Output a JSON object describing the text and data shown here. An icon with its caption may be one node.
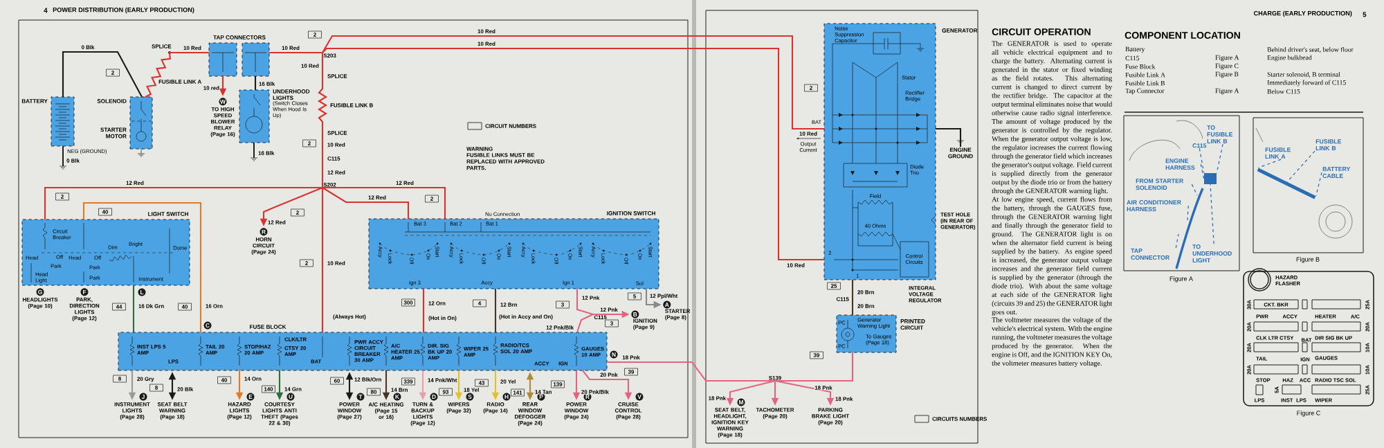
{
  "diagram": {
    "nodes": [
      {
        "text": [
          "BATTERY"
        ],
        "beside": [
          "NEG (GROUND)"
        ]
      },
      {
        "text": [
          "SOLENOID",
          "STARTER MOTOR"
        ]
      },
      {
        "text": [
          "TAP CONNECTORS"
        ]
      },
      {
        "text": [],
        "shape": "box"
      },
      {
        "text": [
          "UNDERHOOD LIGHTS",
          "(Switch Closes When Hood Is Up)"
        ]
      },
      {
        "text": [
          "W",
          "TO HIGH SPEED BLOWER RELAY (Page 16)"
        ]
      },
      {
        "text": [
          "S203"
        ]
      },
      {
        "text": [
          "S202"
        ]
      },
      {
        "text": [
          "LIGHT SWITCH"
        ]
      },
      {
        "text": [
          "R",
          "HORN CIRCUIT (Page 24)"
        ]
      },
      {
        "text": [
          "IGNITION SWITCH"
        ]
      },
      {
        "text": [
          "FUSE BLOCK"
        ]
      },
      {
        "text": [
          "G",
          "HEADLIGHTS (Page 10)"
        ]
      },
      {
        "text": [
          "F",
          "PARK, DIRECTION LIGHTS (Page 12)"
        ]
      },
      {
        "text": [
          "J",
          "INSTRUMENT LIGHTS (Page 28)"
        ]
      },
      {
        "text": [
          "SEAT BELT WARNING (Page 18)"
        ]
      },
      {
        "text": [
          "E",
          "HAZARD LIGHTS (Page 12)"
        ]
      },
      {
        "text": [
          "U",
          "COURTESY LIGHTS ANTI THEFT (Pages 22 & 30)"
        ]
      },
      {
        "text": [
          "T",
          "POWER WINDOW (Page 27)"
        ]
      },
      {
        "text": [
          "K",
          "A/C HEATING (Page 15 or 16)"
        ]
      },
      {
        "text": [
          "D",
          "TURN & BACKUP LIGHTS (Page 12)"
        ]
      },
      {
        "text": [
          "S",
          "WIPERS (Page 32)"
        ]
      },
      {
        "text": [
          "H",
          "RADIO (Page 14)"
        ]
      },
      {
        "text": [
          "P",
          "REAR WINDOW DEFOGGER (Page 24)"
        ]
      },
      {
        "text": [
          "R",
          "POWER WINDOW (Page 24)"
        ]
      },
      {
        "text": [
          "V",
          "CRUISE CONTROL (Page 28)"
        ]
      },
      {
        "text": [
          "C115"
        ]
      },
      {
        "text": [
          "B",
          "IGNITION (Page 9)"
        ]
      },
      {
        "text": [
          "A",
          "STARTER (Page 8)"
        ]
      },
      {
        "text": [
          "GENERATOR"
        ]
      },
      {
        "text": [
          "ENGINE GROUND"
        ]
      },
      {
        "text": [
          "Generator Warning Light",
          "PRINTED CIRCUIT",
          "To Gauges (Page 18)"
        ]
      },
      {
        "text": [
          "S139"
        ]
      },
      {
        "text": [
          "M",
          "SEAT BELT, HEADLIGHT, IGNITION KEY WARNING (Page 18)"
        ]
      },
      {
        "text": [
          "TACHOMETER (Page 20)"
        ]
      },
      {
        "text": [
          "PARKING BRAKE LIGHT (Page 20)"
        ]
      },
      {
        "text": [
          "Figure A"
        ]
      },
      {
        "text": [
          "TO FUSIBLE LINK B"
        ],
        "in": 36
      },
      {
        "text": [
          "C115"
        ],
        "in": 36
      },
      {
        "text": [
          "ENGINE HARNESS"
        ],
        "in": 36
      },
      {
        "text": [
          "FROM STARTER SOLENOID"
        ],
        "in": 36
      },
      {
        "text": [
          "AIR CONDITIONER HARNESS"
        ],
        "in": 36
      },
      {
        "text": [
          "TAP CONNECTOR"
        ],
        "in": 36
      },
      {
        "text": [
          "TO UNDERHOOD LIGHT"
        ],
        "in": 36
      },
      {
        "text": [
          "Figure B"
        ]
      },
      {
        "text": [
          "FUSIBLE LINK A"
        ],
        "in": 44
      },
      {
        "text": [
          "FUSIBLE LINK B"
        ],
        "in": 44
      },
      {
        "text": [
          "BATTERY CABLE"
        ],
        "in": 44
      },
      {
        "text": [
          "Figure C"
        ]
      },
      {
        "text": [],
        "shape": "box",
        "in": 36
      },
      {
        "text": [],
        "shape": "bar",
        "in": 44
      }
    ],
    "edges": [
      {
        "from": 0,
        "to": 1,
        "arrow": "none",
        "label": "0 Blk",
        "color": "#1a1a1a"
      },
      {
        "from": 1,
        "to": 2,
        "arrow": "none",
        "label": "10 Red"
      },
      {
        "from": 6,
        "to": 3,
        "arrow": "none",
        "label": "10 Red"
      },
      {
        "from": 2,
        "to": 5,
        "arrow": "to",
        "label": "10 red"
      },
      {
        "from": 3,
        "to": 4,
        "arrow": "none",
        "label": "16 Blk",
        "color": "#1a1a1a"
      },
      {
        "from": 6,
        "to": 7,
        "arrow": "none",
        "label": "10 Red"
      },
      {
        "from": 6,
        "to": 29,
        "arrow": "none",
        "label": "10 Red"
      },
      {
        "from": 6,
        "to": 29,
        "arrow": "none",
        "label": "10 Red"
      },
      {
        "from": 7,
        "to": 8,
        "arrow": "none",
        "label": "12 Red"
      },
      {
        "from": 7,
        "to": 9,
        "arrow": "to",
        "label": "12 Red"
      },
      {
        "from": 7,
        "to": 11,
        "arrow": "none",
        "label": "10 Red"
      },
      {
        "from": 7,
        "to": 10,
        "arrow": "none",
        "label": "12 Red"
      },
      {
        "from": 7,
        "to": 10,
        "arrow": "none",
        "label": "12 Red"
      },
      {
        "from": 8,
        "to": 11,
        "arrow": "none",
        "label": "16 Orn",
        "color": "#e07a26"
      },
      {
        "from": 8,
        "to": 11,
        "arrow": "none",
        "label": "16 Dk Grn",
        "color": "#2e6e3a"
      },
      {
        "from": 10,
        "to": 11,
        "arrow": "none",
        "label": "12 Orn"
      },
      {
        "from": 10,
        "to": 11,
        "arrow": "none",
        "label": "12 Brn",
        "color": "#4a3423"
      },
      {
        "from": 10,
        "to": 26,
        "arrow": "none",
        "label": "12 Pnk",
        "color": "#e2657f"
      },
      {
        "from": 26,
        "to": 11,
        "arrow": "none",
        "label": "12 Pnk/Blk",
        "color": "#e2657f"
      },
      {
        "from": 26,
        "to": 27,
        "arrow": "to",
        "label": "12 Pnk",
        "color": "#e2657f"
      },
      {
        "from": 10,
        "to": 28,
        "arrow": "to",
        "label": "12 Ppl/Wht",
        "color": "#8a8a8a"
      },
      {
        "from": 11,
        "to": 14,
        "arrow": "to",
        "label": "20 Gry",
        "color": "#9a9a9a"
      },
      {
        "from": 11,
        "to": 15,
        "arrow": "both",
        "label": "20 Blk",
        "color": "#1a1a1a"
      },
      {
        "from": 11,
        "to": 16,
        "arrow": "to",
        "label": "14 Orn",
        "color": "#e07a26"
      },
      {
        "from": 11,
        "to": 17,
        "arrow": "to",
        "label": "14 Grn",
        "color": "#2e6e3a"
      },
      {
        "from": 11,
        "to": 18,
        "arrow": "both",
        "label": "12 Blk/Orn",
        "color": "#1a1a1a"
      },
      {
        "from": 11,
        "to": 19,
        "arrow": "to",
        "label": "14 Brn",
        "color": "#4a3423"
      },
      {
        "from": 11,
        "to": 20,
        "arrow": "to",
        "label": "14 Pnk/Wht",
        "color": "#e8a0a8"
      },
      {
        "from": 11,
        "to": 21,
        "arrow": "to",
        "label": "18 Yel",
        "color": "#e2c12a"
      },
      {
        "from": 11,
        "to": 22,
        "arrow": "to",
        "label": "20 Yel",
        "color": "#e2c12a"
      },
      {
        "from": 11,
        "to": 23,
        "arrow": "both",
        "label": "14 Tan",
        "color": "#b08a3a"
      },
      {
        "from": 11,
        "to": 24,
        "arrow": "to",
        "label": "20 Pnk/Blk",
        "color": "#e2657f"
      },
      {
        "from": 11,
        "to": 25,
        "arrow": "to",
        "label": "20 Pnk",
        "color": "#e2657f"
      },
      {
        "from": 11,
        "to": 32,
        "arrow": "none",
        "label": "18 Pnk",
        "color": "#e2657f"
      },
      {
        "from": 29,
        "to": 31,
        "arrow": "none",
        "label": "20 Brn",
        "color": "#4a3423"
      },
      {
        "from": 31,
        "to": 32,
        "arrow": "none",
        "label": "18 Pnk",
        "color": "#e2657f"
      },
      {
        "from": 32,
        "to": 33,
        "arrow": "to",
        "label": "18 Pnk",
        "color": "#e2657f"
      },
      {
        "from": 32,
        "to": 34,
        "arrow": "to",
        "color": "#e2657f"
      },
      {
        "from": 32,
        "to": 35,
        "arrow": "to",
        "label": "18 Pnk",
        "color": "#e2657f"
      },
      {
        "from": 29,
        "to": 30,
        "arrow": "none",
        "color": "#1a1a1a"
      },
      {
        "from": 37,
        "to": 49,
        "arrow": "none",
        "style": "dashed",
        "color": "#2a6db5"
      },
      {
        "from": 38,
        "to": 49,
        "arrow": "none",
        "style": "dashed",
        "color": "#2a6db5"
      },
      {
        "from": 39,
        "to": 49,
        "arrow": "none",
        "style": "dashed",
        "color": "#2a6db5"
      },
      {
        "from": 40,
        "to": null,
        "arrow": "none",
        "style": "dashed",
        "color": "#2a6db5"
      },
      {
        "from": 41,
        "to": null,
        "arrow": "none",
        "style": "dashed",
        "color": "#2a6db5"
      },
      {
        "from": 42,
        "to": null,
        "arrow": "none",
        "style": "dashed",
        "color": "#2a6db5"
      },
      {
        "from": 43,
        "to": 49,
        "arrow": "none",
        "style": "dashed",
        "color": "#2a6db5"
      },
      {
        "from": 45,
        "to": 50,
        "arrow": "none",
        "style": "dashed",
        "color": "#2a6db5"
      },
      {
        "from": 46,
        "to": 50,
        "arrow": "none",
        "style": "dashed",
        "color": "#2a6db5"
      },
      {
        "from": 47,
        "to": 50,
        "arrow": "none",
        "style": "dashed",
        "color": "#2a6db5"
      }
    ],
    "labels": [
      "4",
      "POWER DISTRIBUTION (EARLY PRODUCTION)",
      "2",
      "FUSIBLE LINK A",
      "SPLICE",
      "0 Blk",
      "16 Blk",
      "2",
      "10 Red",
      "SPLICE",
      "FUSIBLE LINK B",
      "SPLICE",
      "2",
      "C115",
      "12 Red",
      "WARNING",
      "FUSIBLE LINKS MUST BE REPLACED WITH APPROVED PARTS.",
      "2",
      "40",
      "2",
      "2",
      "No Connection",
      "Circuit Breaker",
      "Head",
      "Off",
      "Park",
      "Head Light",
      "Head",
      "Off",
      "Park",
      "Park",
      "Dim",
      "Bright",
      "Dome",
      "Instrument",
      "2",
      "(Always Hot)",
      "Bat 3",
      "Bat 2",
      "Bat 1",
      "Accy",
      "Lock",
      "Off",
      "On",
      "Start",
      "Accy",
      "Lock",
      "Off",
      "On",
      "Start",
      "Accy",
      "Lock",
      "Off",
      "On",
      "Start",
      "Accy",
      "Lock",
      "Off",
      "On",
      "Start",
      "Ign 3",
      "Accy",
      "Ign 1",
      "Sol",
      "L",
      "44",
      "40",
      "C",
      "300",
      "(Hot in On)",
      "4",
      "(Hot in Accy and On)",
      "3",
      "3",
      "5",
      "INST LPS 5 AMP",
      "LPS",
      "TAIL 20 AMP",
      "STOP/HAZ 20 AMP",
      "CLK/LTR",
      "CTSY 20 AMP",
      "BAT",
      "PWR ACCY CIRCUIT BREAKER 30 AMP",
      "A/C HEATER 25 AMP",
      "DIR. SIG BK UP 20 AMP",
      "WIPER 25 AMP",
      "RADIO/TCS SOL 20 AMP",
      "ACCY",
      "IGN",
      "GAUGES 10 AMP",
      "N",
      "39",
      "8",
      "8",
      "40",
      "140",
      "60",
      "80",
      "339",
      "93",
      "43",
      "141",
      "139",
      "2",
      "10 Red",
      "Output Current",
      "10 Red",
      "Noise Suppression Capacitor",
      "Stator",
      "Rectifier Bridge",
      "BAT",
      "Diode Trio",
      "Field",
      "40 Ohms",
      "Control Circuits",
      "2",
      "1",
      "TEST HOLE (IN REAR OF GENERATOR)",
      "INTEGRAL VOLTAGE REGULATOR",
      "25",
      "C115",
      "20 Brn",
      "PC",
      "PC",
      "39",
      "CIRCUIT OPERATION",
      "The GENERATOR is used to operate all vehicle electrical equipment and to charge the battery. Alternating current is generated in the stator or fixed winding as the field rotates. This alternating current is changed to direct current by the rectifier bridge. The capacitor at the output terminal eliminates noise that would otherwise cause radio signal interference. The amount of voltage produced by the generator is controlled by the regulator. When the generator output voltage is low, the regulator increases the current flowing through the generator field which increases the generator's output voltage. Field current is supplied directly from the generator output by the diode trio or from the battery through the GENERATOR warning light.",
      "At low engine speed, current flows from the battery, through the GAUGES fuse, through the GENERATOR warning light and finally through the generator field to ground. The GENERATOR light is on when the alternator field current is being supplied by the battery. As engine speed is increased, the generator output voltage increases and the generator field current is supplied by the generator (through the diode trio). With about the same voltage at each side of the GENERATOR light (circuits 39 and 25) the GENERATOR light goes out.",
      "The voltmeter measures the voltage of the vehicle's electrical system. With the engine running, the voltmeter measures the voltage produced by the generator. When the engine is Off, and the IGNITION KEY On, the voltmeter measures battery voltage.",
      "CHARGE (EARLY PRODUCTION)",
      "5",
      "COMPONENT LOCATION",
      "Battery",
      "Behind driver's seat, below floor",
      "C115",
      "Figure A",
      "Engine bulkhead",
      "Fuse Block",
      "Figure C",
      "Fusible Link A",
      "Figure B",
      "Starter solenoid, B terminal",
      "Fusible Link B",
      "Immediately forward of C115",
      "Tap Connector",
      "Figure A",
      "Below C115",
      "HAZARD FLASHER",
      "30A",
      "CKT. BKR",
      "PWR",
      "ACCY",
      "25A",
      "HEATER",
      "A/C",
      "20A",
      "CLK LTR CTSY",
      "BAT",
      "DIR SIG BK UP",
      "20A",
      "20A",
      "TAIL",
      "IGN",
      "GAUGES",
      "10A",
      "20A",
      "STOP",
      "HAZ",
      "ACC",
      "RADIO TSC SOL",
      "10A",
      "LPS",
      "5A",
      "INST",
      "LPS",
      "WIPER",
      "25A"
    ],
    "legend": [
      {
        "text": "CIRCUIT NUMBERS"
      },
      {
        "text": "CIRCUITS NUMBERS"
      }
    ]
  }
}
